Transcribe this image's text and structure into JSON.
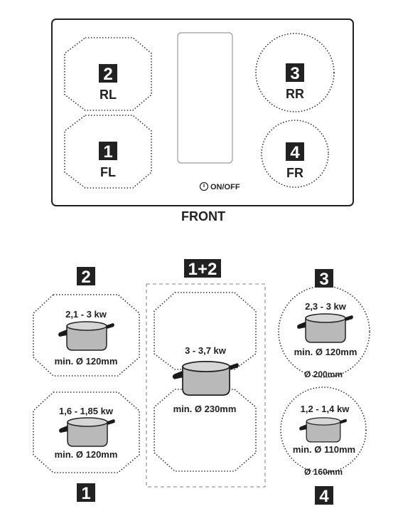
{
  "cooktop": {
    "zones": [
      {
        "number": "2",
        "position": "RL"
      },
      {
        "number": "1",
        "position": "FL"
      },
      {
        "number": "3",
        "position": "RR"
      },
      {
        "number": "4",
        "position": "FR"
      }
    ],
    "on_off_label": "ON/OFF",
    "front_label": "FRONT"
  },
  "zones_detail": {
    "zone2": {
      "number": "2",
      "power": "2,1 - 3 kw",
      "min_diameter": "min. Ø 120mm"
    },
    "zone1": {
      "number": "1",
      "power": "1,6 - 1,85 kw",
      "min_diameter": "min. Ø 120mm"
    },
    "bridge": {
      "number": "1+2",
      "power": "3 - 3,7 kw",
      "min_diameter": "min. Ø 230mm"
    },
    "zone3": {
      "number": "3",
      "power": "2,3 - 3 kw",
      "min_diameter": "min. Ø 120mm",
      "zone_diameter": "Ø 200mm"
    },
    "zone4": {
      "number": "4",
      "power": "1,2 - 1,4 kw",
      "min_diameter": "min. Ø 110mm",
      "zone_diameter": "Ø 160mm"
    }
  },
  "colors": {
    "outline": "#222222",
    "dotted": "#333333",
    "dashed_bridge": "#9a9a9a",
    "badge_bg": "#222222",
    "pot_body": "#b9b9b9",
    "pot_rim": "#d6d6d6",
    "pot_handle": "#1a1a1a"
  }
}
